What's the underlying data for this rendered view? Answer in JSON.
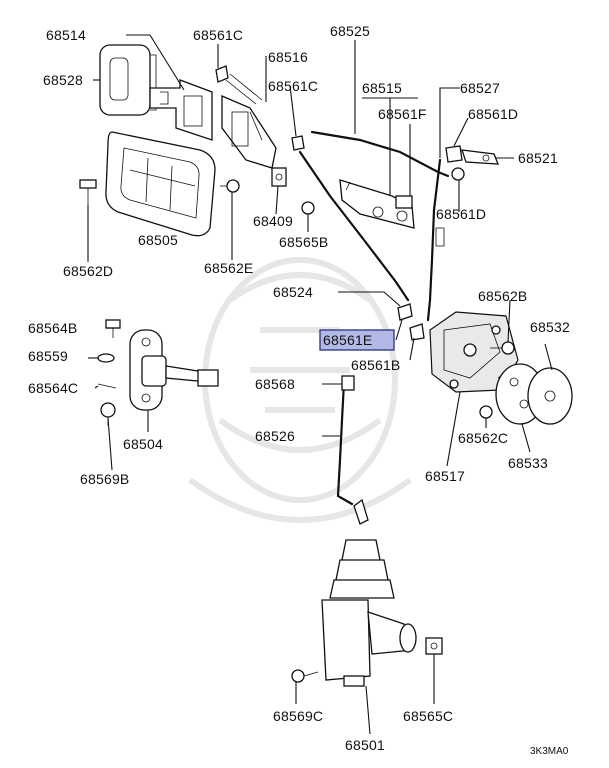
{
  "diagram": {
    "highlighted_part": "68561E",
    "highlight_color": "#b3b9e6",
    "diagram_code": "3K3MA0",
    "labels": {
      "p68514": "68514",
      "p68528": "68528",
      "p68561c_a": "68561C",
      "p68516": "68516",
      "p68561c_b": "68561C",
      "p68525": "68525",
      "p68515": "68515",
      "p68527": "68527",
      "p68561f": "68561F",
      "p68561d_a": "68561D",
      "p68521": "68521",
      "p68561d_b": "68561D",
      "p68505": "68505",
      "p68562d": "68562D",
      "p68562e": "68562E",
      "p68409": "68409",
      "p68565b": "68565B",
      "p68524": "68524",
      "p68562b": "68562B",
      "p68532": "68532",
      "p68561e": "68561E",
      "p68561b": "68561B",
      "p68564b": "68564B",
      "p68559": "68559",
      "p68564c": "68564C",
      "p68504": "68504",
      "p68569b": "68569B",
      "p68568": "68568",
      "p68526": "68526",
      "p68562c": "68562C",
      "p68533": "68533",
      "p68517": "68517",
      "p68569c": "68569C",
      "p68565c": "68565C",
      "p68501": "68501"
    }
  }
}
